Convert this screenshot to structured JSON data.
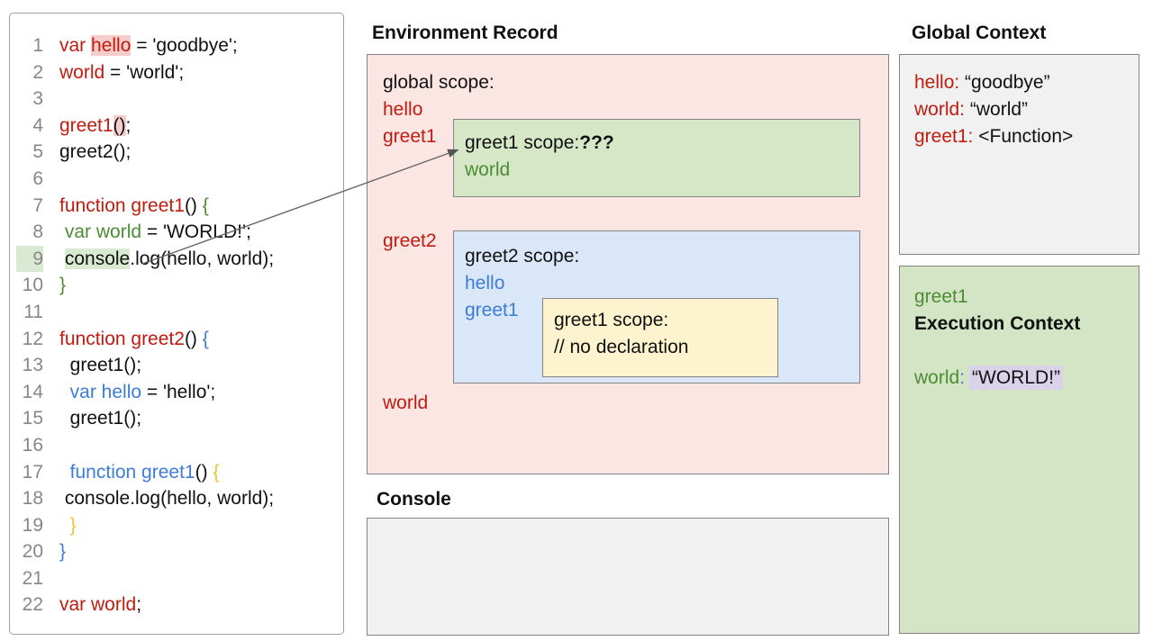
{
  "colors": {
    "accent_red": "#c11b0f",
    "accent_green": "#4c8c35",
    "accent_blue": "#3d7cdb",
    "accent_yellow": "#f1c232",
    "box_pink": "#fce6e4",
    "box_green": "#d5e7c6",
    "box_blue": "#d9e7f8",
    "box_yellow": "#fdf3cf",
    "box_gray": "#f1f1f1",
    "highlight_lavender": "#d9d2e9"
  },
  "code_panel": {
    "lines": [
      {
        "n": "1",
        "segs": [
          {
            "t": "var ",
            "c": "red"
          },
          {
            "t": "hello",
            "c": "red",
            "hl": "pink"
          },
          {
            "t": " = 'goodbye';",
            "c": "k"
          }
        ]
      },
      {
        "n": "2",
        "segs": [
          {
            "t": "world",
            "c": "red"
          },
          {
            "t": " = 'world';",
            "c": "k"
          }
        ]
      },
      {
        "n": "3",
        "segs": []
      },
      {
        "n": "4",
        "segs": [
          {
            "t": "greet1",
            "c": "red"
          },
          {
            "t": "()",
            "c": "k",
            "hl": "pink"
          },
          {
            "t": ";",
            "c": "k"
          }
        ]
      },
      {
        "n": "5",
        "segs": [
          {
            "t": "greet2();",
            "c": "k"
          }
        ]
      },
      {
        "n": "6",
        "segs": []
      },
      {
        "n": "7",
        "segs": [
          {
            "t": "function greet1",
            "c": "red"
          },
          {
            "t": "() ",
            "c": "k"
          },
          {
            "t": "{",
            "c": "green"
          }
        ]
      },
      {
        "n": "8",
        "segs": [
          {
            "t": " ",
            "c": "k"
          },
          {
            "t": "var world",
            "c": "green"
          },
          {
            "t": " = 'WORLD!';",
            "c": "k"
          }
        ]
      },
      {
        "n": "9",
        "num_hl": "green",
        "segs": [
          {
            "t": " ",
            "c": "k"
          },
          {
            "t": "console",
            "c": "k",
            "hl": "green"
          },
          {
            "t": ".log(hello, world);",
            "c": "k"
          }
        ]
      },
      {
        "n": "10",
        "segs": [
          {
            "t": "}",
            "c": "green"
          }
        ]
      },
      {
        "n": "11",
        "segs": []
      },
      {
        "n": "12",
        "segs": [
          {
            "t": "function greet2",
            "c": "red"
          },
          {
            "t": "() ",
            "c": "k"
          },
          {
            "t": "{",
            "c": "blue"
          }
        ]
      },
      {
        "n": "13",
        "segs": [
          {
            "t": "  greet1();",
            "c": "k"
          }
        ]
      },
      {
        "n": "14",
        "segs": [
          {
            "t": "  ",
            "c": "k"
          },
          {
            "t": "var hello",
            "c": "blue"
          },
          {
            "t": " = 'hello';",
            "c": "k"
          }
        ]
      },
      {
        "n": "15",
        "segs": [
          {
            "t": "  greet1();",
            "c": "k"
          }
        ]
      },
      {
        "n": "16",
        "segs": []
      },
      {
        "n": "17",
        "segs": [
          {
            "t": "  ",
            "c": "k"
          },
          {
            "t": "function greet1",
            "c": "blue"
          },
          {
            "t": "() ",
            "c": "k"
          },
          {
            "t": "{",
            "c": "yellow"
          }
        ]
      },
      {
        "n": "18",
        "segs": [
          {
            "t": " console.log(hello, world);",
            "c": "k"
          }
        ]
      },
      {
        "n": "19",
        "segs": [
          {
            "t": "  ",
            "c": "k"
          },
          {
            "t": "}",
            "c": "yellow"
          }
        ]
      },
      {
        "n": "20",
        "segs": [
          {
            "t": "}",
            "c": "blue"
          }
        ]
      },
      {
        "n": "21",
        "segs": []
      },
      {
        "n": "22",
        "segs": [
          {
            "t": "var world",
            "c": "red"
          },
          {
            "t": ";",
            "c": "k"
          }
        ]
      }
    ]
  },
  "environment": {
    "title": "Environment Record",
    "global_label": "global scope:",
    "top_vars": [
      "hello",
      "greet1"
    ],
    "mid_var": "greet2",
    "bottom_var": "world",
    "greet1_box": {
      "title": "greet1 scope:",
      "question": "???",
      "var": "world"
    },
    "greet2_box": {
      "title": "greet2 scope:",
      "vars": [
        "hello",
        "greet1"
      ],
      "inner": {
        "title": "greet1 scope:",
        "comment": "// no declaration"
      }
    }
  },
  "console": {
    "title": "Console"
  },
  "global_context": {
    "title": "Global Context",
    "entries": [
      {
        "name": "hello:",
        "value": " “goodbye”"
      },
      {
        "name": "world:",
        "value": " “world”"
      },
      {
        "name": "greet1:",
        "value": " <Function>"
      }
    ]
  },
  "execution_context": {
    "fn": "greet1",
    "heading": "Execution Context",
    "var_name": "world",
    "colon": ":",
    "value": "“WORLD!”"
  }
}
